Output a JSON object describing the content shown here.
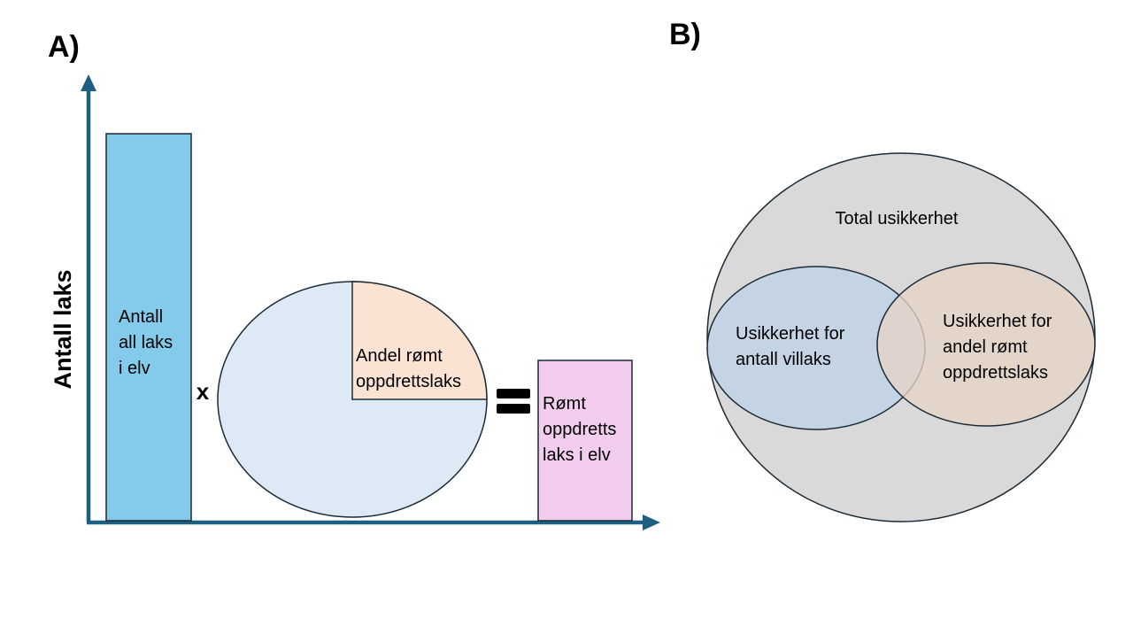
{
  "panel_a": {
    "label": "A)",
    "y_axis_label": "Antall laks",
    "bar_total": {
      "lines": [
        "Antall",
        "all laks",
        "i elv"
      ],
      "color": "#84CBEB"
    },
    "multiply_sign": "x",
    "pie": {
      "share_fraction": 0.25,
      "share_lines": [
        "Andel rømt",
        "oppdrettslaks"
      ],
      "share_color": "#FAE3D3",
      "rest_color": "#DDEAF6"
    },
    "equals_sign": "=",
    "bar_result": {
      "lines": [
        "Rømt",
        "oppdretts",
        "laks i elv"
      ],
      "color": "#F2CDEE"
    },
    "axis_color": "#1C5F80"
  },
  "panel_b": {
    "label": "B)",
    "outer": {
      "label": "Total usikkerhet",
      "color": "#D9D9D9"
    },
    "left_set": {
      "lines": [
        "Usikkerhet for",
        "antall villaks"
      ],
      "color": "#C2D3E4"
    },
    "right_set": {
      "lines": [
        "Usikkerhet for",
        "andel rømt",
        "oppdrettslaks"
      ],
      "color": "#E7D3C6"
    }
  }
}
